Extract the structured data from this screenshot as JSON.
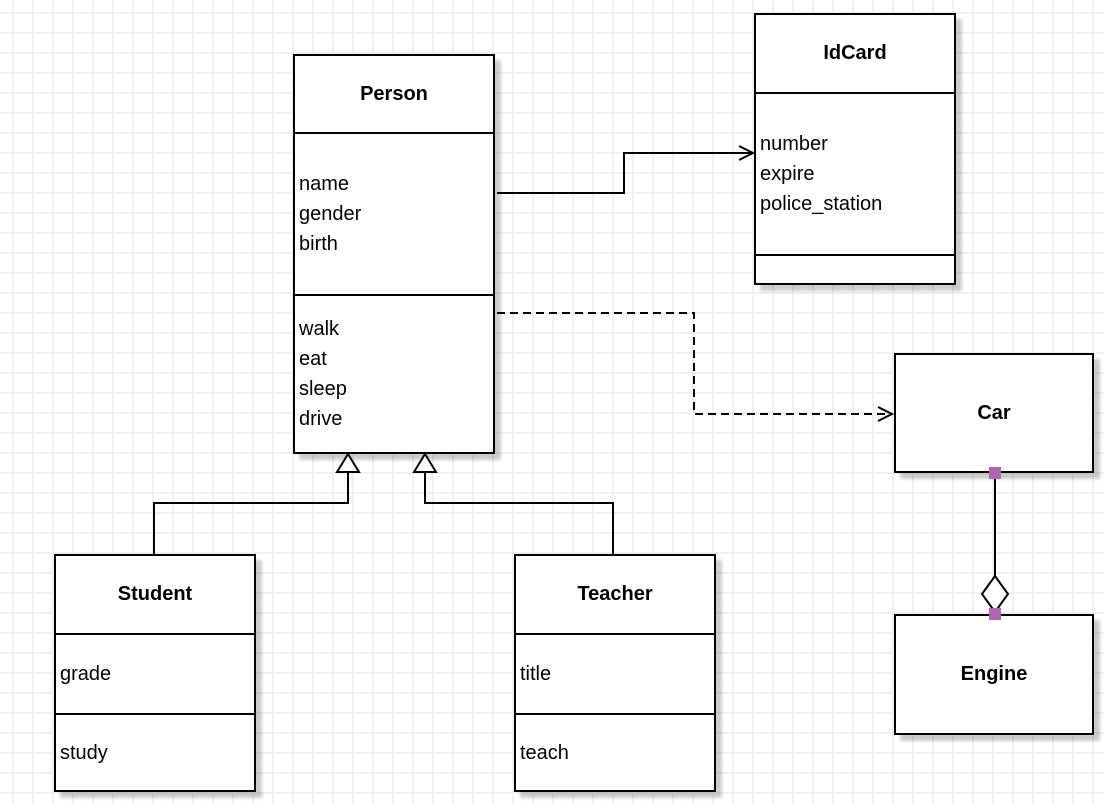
{
  "diagram": {
    "kind": "uml-class-diagram",
    "background_color": "#ffffff",
    "grid_color": "#f0f0f2",
    "line_color": "#000000",
    "box_fill": "#ffffff",
    "box_border_color": "#000000",
    "shadow_color": "rgba(0,0,0,0.20)",
    "connection_handle_color": "#b264b4"
  },
  "classes": {
    "person": {
      "title": "Person",
      "attributes": [
        "name",
        "gender",
        "birth"
      ],
      "methods": [
        "walk",
        "eat",
        "sleep",
        "drive"
      ]
    },
    "idcard": {
      "title": "IdCard",
      "attributes": [
        "number",
        "expire",
        "police_station"
      ],
      "methods": []
    },
    "car": {
      "title": "Car",
      "attributes": [],
      "methods": []
    },
    "engine": {
      "title": "Engine",
      "attributes": [],
      "methods": []
    },
    "student": {
      "title": "Student",
      "attributes": [
        "grade"
      ],
      "methods": [
        "study"
      ]
    },
    "teacher": {
      "title": "Teacher",
      "attributes": [
        "title"
      ],
      "methods": [
        "teach"
      ]
    }
  },
  "relationships": [
    {
      "type": "association",
      "from": "Person",
      "to": "IdCard",
      "line": "solid",
      "arrow": "open-arrowhead"
    },
    {
      "type": "dependency",
      "from": "Person",
      "to": "Car",
      "line": "dashed",
      "arrow": "open-arrowhead"
    },
    {
      "type": "generalization",
      "from": "Student",
      "to": "Person",
      "line": "solid",
      "arrow": "hollow-triangle"
    },
    {
      "type": "generalization",
      "from": "Teacher",
      "to": "Person",
      "line": "solid",
      "arrow": "hollow-triangle"
    },
    {
      "type": "aggregation",
      "from": "Car",
      "to": "Engine",
      "line": "solid",
      "arrow": "hollow-diamond",
      "endpoint_markers": "magenta-squares"
    }
  ]
}
